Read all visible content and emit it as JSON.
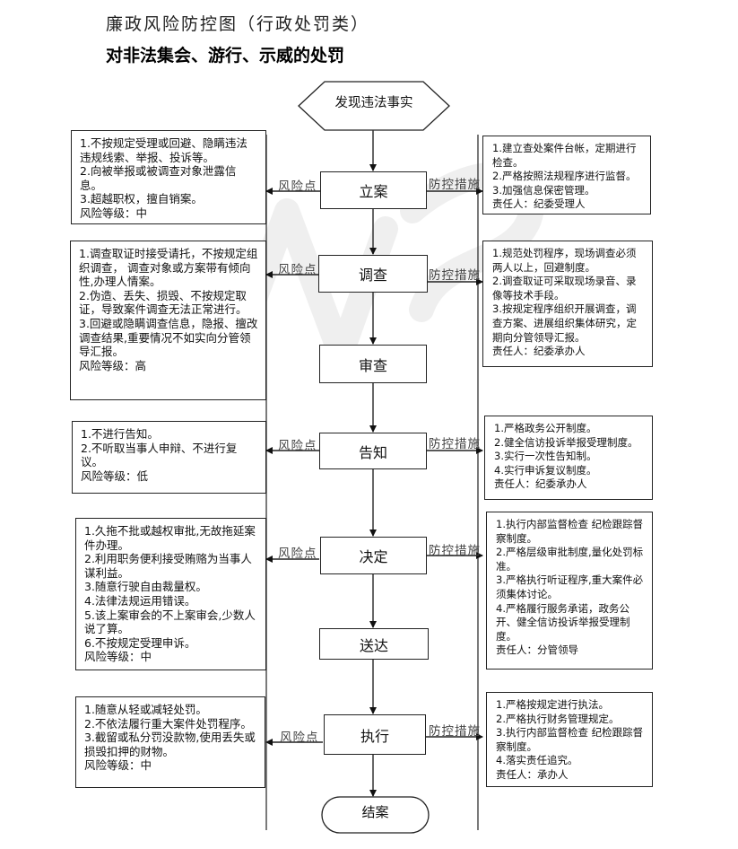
{
  "header": {
    "title": "廉政风险防控图（行政处罚类）",
    "subtitle": "对非法集会、游行、示威的处罚"
  },
  "flow": {
    "start": "发现违法事实",
    "end": "结案",
    "steps": [
      "立案",
      "调查",
      "审查",
      "告知",
      "决定",
      "送达",
      "执行"
    ],
    "risk_label": "风险点",
    "control_label": "防控措施"
  },
  "risks": {
    "lian": [
      "1.不按规定受理或回避、隐瞒违法违规线索、举报、投诉等。",
      "2.向被举报或被调查对象泄露信息。",
      "3.超越职权，擅自销案。",
      "风险等级：中"
    ],
    "diaocha": [
      "1.调查取证时接受请托，不按规定组织调查， 调查对象或方案带有倾向性,办理人情案。",
      "2.伪造、丢失、损毁、不按规定取证，导致案件调查无法正常进行。",
      "3.回避或隐瞒调查信息，隐报、擅改调查结果,重要情况不如实向分管领导汇报。",
      "风险等级：高"
    ],
    "gaozhi": [
      "1.不进行告知。",
      "2.不听取当事人申辩、不进行复议。",
      "风险等级：低"
    ],
    "jueding": [
      "1.久拖不批或越权审批,无故拖延案件办理。",
      "2.利用职务便利接受贿赂为当事人谋利益。",
      "3.随意行驶自由裁量权。",
      "4.法律法规运用错误。",
      "5.该上案审会的不上案审会,少数人说了算。",
      "6.不按规定受理申诉。",
      "风险等级：中"
    ],
    "zhixing": [
      "1.随意从轻或减轻处罚。",
      "2.不依法履行重大案件处罚程序。",
      "3.截留或私分罚没款物,使用丢失或损毁扣押的财物。",
      "风险等级：中"
    ]
  },
  "controls": {
    "lian": [
      "1.建立查处案件台帐，定期进行检查。",
      "2.严格按照法规程序进行监督。",
      "3.加强信息保密管理。",
      "责任人：纪委受理人"
    ],
    "diaocha": [
      "1.规范处罚程序，现场调查必须两人以上，回避制度。",
      "2.调查取证可采取现场录音、录像等技术手段。",
      "3.按规定程序组织开展调查，调查方案、进展组织集体研究，定期向分管领导汇报。",
      "责任人：纪委承办人"
    ],
    "gaozhi": [
      "1.严格政务公开制度。",
      "2.健全信访投诉举报受理制度。",
      "3.实行一次性告知制。",
      "4.实行申诉复议制度。",
      "责任人：纪委承办人"
    ],
    "jueding": [
      "1.执行内部监督检查 纪检跟踪督察制度。",
      "2.严格层级审批制度,量化处罚标准。",
      "3.严格执行听证程序,重大案件必须集体讨论。",
      "4.严格履行服务承诺，政务公开、健全信访投诉举报受理制度。",
      "责任人：分管领导"
    ],
    "zhixing": [
      "1.严格按规定进行执法。",
      "2.严格执行财务管理规定。",
      "3.执行内部监督检查 纪检跟踪督察制度。",
      "4.落实责任追究。",
      "责任人：承办人"
    ]
  },
  "colors": {
    "line": "#222222",
    "label": "#444444",
    "watermark": "#ececec"
  }
}
